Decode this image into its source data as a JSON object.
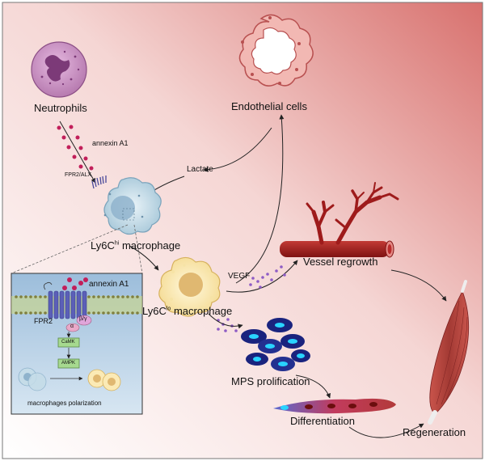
{
  "labels": {
    "neutrophils": "Neutrophils",
    "annexin_top": "annexin A1",
    "fpr2_alx": "FPR2/ALX",
    "endothelial": "Endothelial cells",
    "lactate": "Lactate",
    "ly6c_hi_prefix": "Ly6C",
    "ly6c_hi_sup": "hi",
    "ly6c_hi_suffix": "macrophage",
    "ly6c_lo_prefix": "Ly6C",
    "ly6c_lo_sup": "lo",
    "ly6c_lo_suffix": "macrophage",
    "vegf": "VEGF",
    "vessel_regrowth": "Vessel regrowth",
    "mps_prolification": "MPS prolification",
    "differentiation": "Differentiation",
    "regeneration": "Regeneration"
  },
  "inset": {
    "annexin": "annexin A1",
    "fpr2": "FPR2",
    "alpha": "α",
    "beta_gamma": "β/γ",
    "camk": "CaMK",
    "ampk": "AMPK",
    "polarization": "macrophages polarization"
  },
  "colors": {
    "bg_gradient": [
      "#ffffff",
      "#f7d9d7",
      "#d9706d"
    ],
    "neutrophil": "#c98fc4",
    "annexin_dots": "#c21f5a",
    "endothelial": "#f2b8b3",
    "macrophage_hi": "#c5dce8",
    "macrophage_lo": "#fbeab5",
    "vessel": "#9e1b1b",
    "mps_cell": "#1a237e",
    "vegf_dots": "#8e5cc5",
    "muscle": "#b3433c",
    "inset_bg": "#a7c5de",
    "kinase_box": "#a6d98f"
  }
}
